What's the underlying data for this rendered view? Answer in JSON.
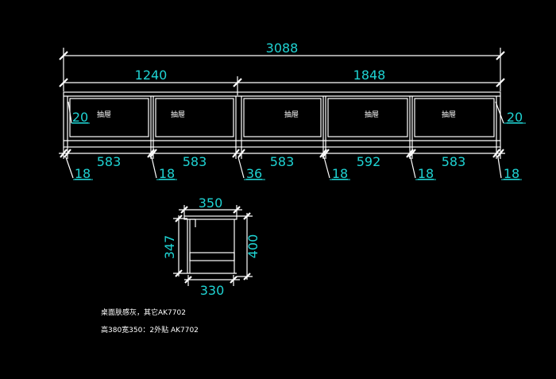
{
  "plan": {
    "overall_width": "3088",
    "left_section": "1240",
    "right_section": "1848",
    "side_left": "20",
    "side_right": "20",
    "boards": [
      "18",
      "18",
      "36",
      "18",
      "18",
      "18"
    ],
    "bays": [
      "583",
      "583",
      "583",
      "592",
      "583"
    ],
    "drawer_label": "抽屉"
  },
  "section": {
    "top_width": "350",
    "height_left": "347",
    "height_right": "400",
    "bottom_width": "330"
  },
  "notes": [
    "桌面肤感灰，其它AK7702",
    "高380宽350：2外贴 AK7702"
  ]
}
